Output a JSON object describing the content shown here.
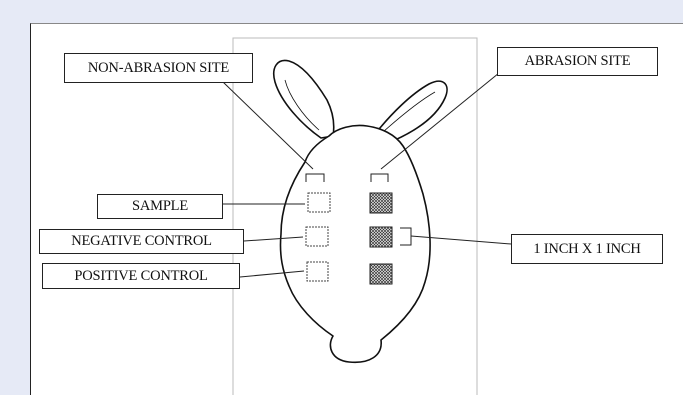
{
  "labels": {
    "non_abrasion_site": "NON-ABRASION SITE",
    "abrasion_site": "ABRASION SITE",
    "sample": "SAMPLE",
    "negative_control": "NEGATIVE CONTROL",
    "positive_control": "POSITIVE CONTROL",
    "patch_size": "1 INCH X 1 INCH"
  },
  "icons": {
    "rabbit": "rabbit-outline-icon"
  },
  "colors": {
    "background": "#e6eaf6",
    "panel": "#ffffff",
    "line": "#222222"
  }
}
